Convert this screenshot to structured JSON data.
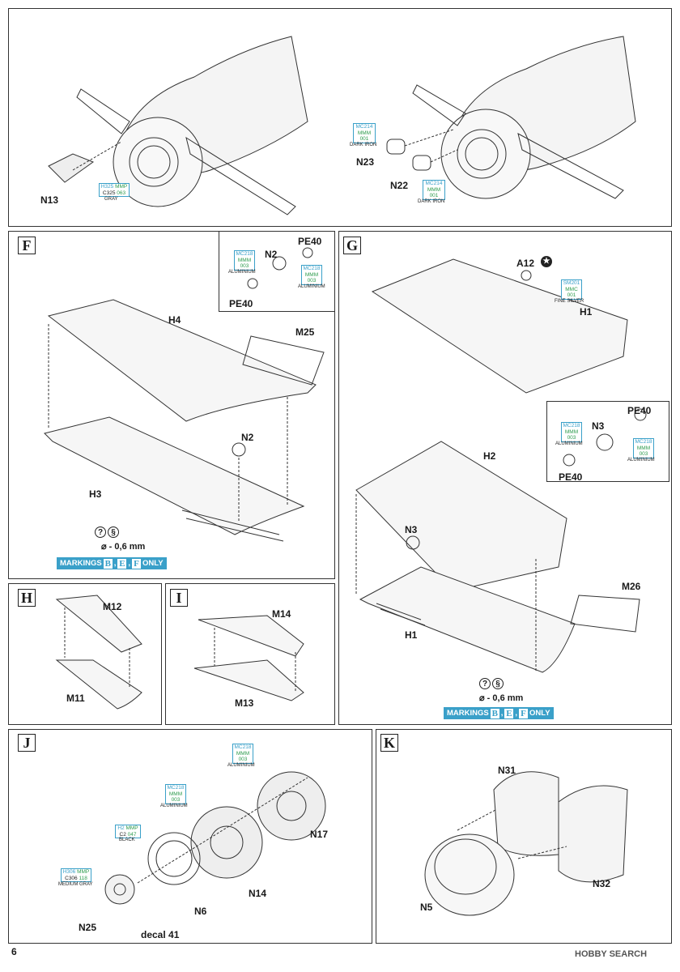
{
  "page_number": "6",
  "watermark": "HOBBY SEARCH",
  "steps": {
    "F": "F",
    "G": "G",
    "H": "H",
    "I": "I",
    "J": "J",
    "K": "K"
  },
  "parts": {
    "N13": "N13",
    "N23": "N23",
    "N22": "N22",
    "F_N2_top": "N2",
    "F_PE40_a": "PE40",
    "F_PE40_b": "PE40",
    "H4": "H4",
    "M25": "M25",
    "F_N2": "N2",
    "H3": "H3",
    "A12": "A12",
    "H1_top": "H1",
    "G_N3_top": "N3",
    "G_PE40_a": "PE40",
    "G_PE40_b": "PE40",
    "H2": "H2",
    "G_N3": "N3",
    "M26": "M26",
    "H1": "H1",
    "M12": "M12",
    "M11": "M11",
    "M14": "M14",
    "M13": "M13",
    "N17": "N17",
    "N14": "N14",
    "N6": "N6",
    "N25": "N25",
    "decal": "decal 41",
    "N31": "N31",
    "N5": "N5",
    "N32": "N32"
  },
  "paints": {
    "top_gray": {
      "l1": "H325",
      "l1b": "MMP",
      "l2": "C325",
      "l2b": "063",
      "name": "GRAY"
    },
    "top_iron_a": {
      "l1": "MC214",
      "l2": "MMM",
      "l3": "001",
      "name": "DARK IRON"
    },
    "top_iron_b": {
      "l1": "MC214",
      "l2": "MMM",
      "l3": "001",
      "name": "DARK IRON"
    },
    "f_alu_a": {
      "l1": "MC218",
      "l2": "MMM",
      "l3": "003",
      "name": "ALUMINIUM"
    },
    "f_alu_b": {
      "l1": "MC218",
      "l2": "MMM",
      "l3": "003",
      "name": "ALUMINIUM"
    },
    "g_silver": {
      "l1": "SM201",
      "l2": "MMC",
      "l3": "001",
      "name": "FINE SILVER"
    },
    "g_alu_a": {
      "l1": "MC218",
      "l2": "MMM",
      "l3": "003",
      "name": "ALUMINIUM"
    },
    "g_alu_b": {
      "l1": "MC218",
      "l2": "MMM",
      "l3": "003",
      "name": "ALUMINIUM"
    },
    "j_alu_a": {
      "l1": "MC218",
      "l2": "MMM",
      "l3": "003",
      "name": "ALUMINIUM"
    },
    "j_alu_b": {
      "l1": "MC218",
      "l2": "MMM",
      "l3": "003",
      "name": "ALUMINIUM"
    },
    "j_black": {
      "l1": "H2",
      "l1b": "MMP",
      "l2": "C2",
      "l2b": "047",
      "name": "BLACK"
    },
    "j_gray": {
      "l1": "H306",
      "l1b": "MMP",
      "l2": "C306",
      "l2b": "118",
      "name": "MEDIUM GRAY"
    }
  },
  "markings": {
    "prefix": "MARKINGS",
    "letters": [
      "B",
      "E",
      "F"
    ],
    "suffix": "ONLY"
  },
  "drill": {
    "size": "⌀ - 0,6 mm",
    "q": "?"
  },
  "colors": {
    "paint_blue": "#3aa0c9",
    "paint_green": "#2e9c4e"
  }
}
